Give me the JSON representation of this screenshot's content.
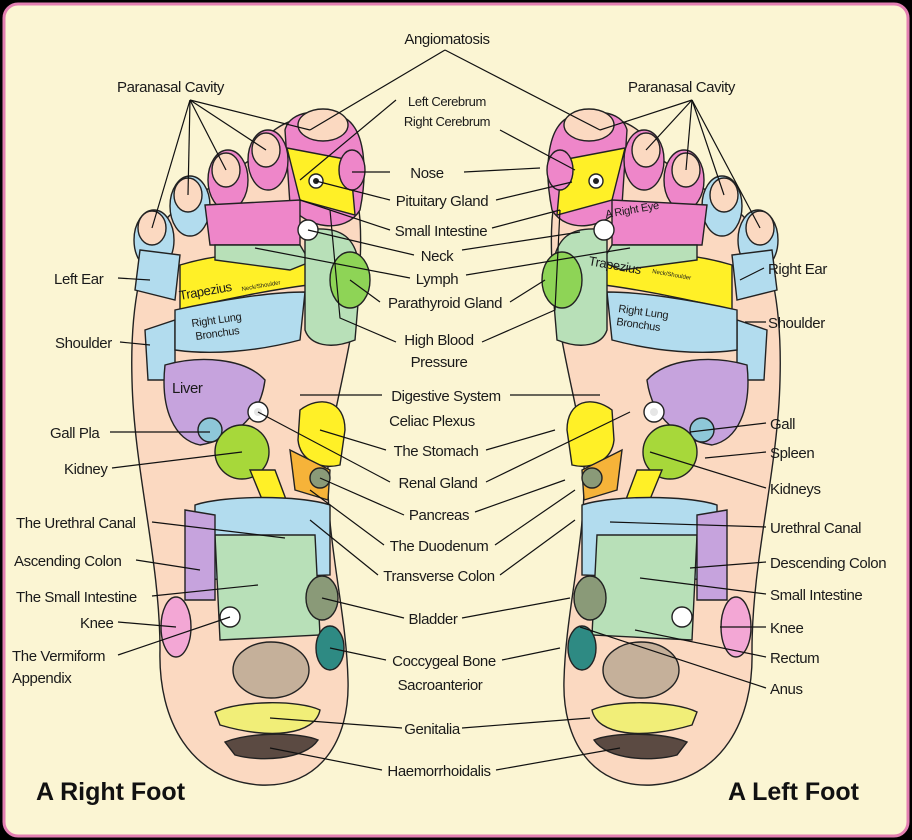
{
  "titles": {
    "right_foot": "A Right Foot",
    "left_foot": "A Left Foot"
  },
  "center_labels": {
    "angiomatosis": "Angiomatosis",
    "left_cerebrum": "Left Cerebrum",
    "right_cerebrum": "Right Cerebrum",
    "nose": "Nose",
    "pituitary_gland": "Pituitary Gland",
    "small_intestine": "Small Intestine",
    "neck": "Neck",
    "lymph": "Lymph",
    "parathyroid_gland": "Parathyroid Gland",
    "high_blood": "High Blood",
    "pressure": "Pressure",
    "digestive_system": "Digestive System",
    "celiac_plexus": "Celiac Plexus",
    "the_stomach": "The Stomach",
    "renal_gland": "Renal Gland",
    "pancreas": "Pancreas",
    "the_duodenum": "The Duodenum",
    "transverse_colon": "Transverse Colon",
    "bladder": "Bladder",
    "coccygeal_bone": "Coccygeal Bone",
    "sacroanterior": "Sacroanterior",
    "genitalia": "Genitalia",
    "haemorrhoidalis": "Haemorrhoidalis"
  },
  "right_foot_labels": {
    "paranasal_cavity": "Paranasal Cavity",
    "left_ear": "Left Ear",
    "shoulder": "Shoulder",
    "gall_pla": "Gall Pla",
    "kidney": "Kidney",
    "urethral_canal": "The Urethral Canal",
    "ascending_colon": "Ascending Colon",
    "small_intestine": "The Small Intestine",
    "knee": "Knee",
    "vermiform": "The Vermiform",
    "appendix": "Appendix"
  },
  "left_foot_labels": {
    "paranasal_cavity": "Paranasal Cavity",
    "right_ear": "Right Ear",
    "shoulder": "Shoulder",
    "gall": "Gall",
    "spleen": "Spleen",
    "kidneys": "Kidneys",
    "urethral_canal": "Urethral Canal",
    "descending_colon": "Descending Colon",
    "small_intestine": "Small Intestine",
    "knee": "Knee",
    "rectum": "Rectum",
    "anus": "Anus"
  },
  "in_foot_labels": {
    "liver": "Liver",
    "trapezius": "Trapezius",
    "neck_shoulder_left": "Neck/Shoulder",
    "neck_shoulder_right": "Neck/Shoulder",
    "right_lung": "Right Lung",
    "bronchus": "Bronchus",
    "a_right_eye": "A Right Eye"
  },
  "colors": {
    "background": "#fbf5d3",
    "frame": "#e37fb2",
    "skin": "#fbd9c1",
    "pink": "#ee86c9",
    "light_blue": "#b2dcee",
    "yellow": "#fff027",
    "green": "#8ed456",
    "pale_green": "#b8e0b8",
    "lavender": "#c6a3dd",
    "orange": "#f6b339",
    "teal": "#2e8a83",
    "gray_green": "#8a9a78",
    "tan": "#c5b09a",
    "dark": "#5b4a42"
  }
}
